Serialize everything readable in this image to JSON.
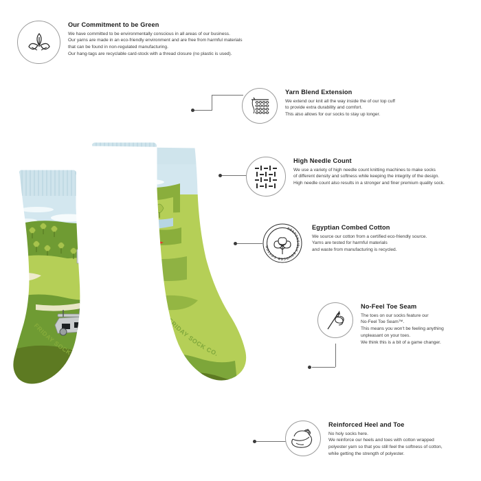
{
  "page": {
    "background": "#ffffff",
    "accent_line_color": "#6f6f6f",
    "title_color": "#1b1b1b"
  },
  "product": {
    "brand_text": "FRIDAY SOCK CO.",
    "theme": "golf course",
    "palette": {
      "cuff_blue": "#cfe4ec",
      "sky_blue": "#d3e7ef",
      "cloud_white": "#f4f9fa",
      "water_blue": "#b7d6e2",
      "grass_light": "#b5cf57",
      "grass_mid": "#8aae3c",
      "grass_dark": "#6f9b33",
      "grass_deep": "#5d7a22",
      "sand_cream": "#eeeacd",
      "flag_red": "#e8342a",
      "shirt_red": "#d8322c",
      "shorts_navy": "#22305c",
      "cart_grey": "#c9ccce",
      "pin_black": "#161616"
    }
  },
  "features": [
    {
      "id": "commitment-green",
      "icon": "leaf-plant-icon",
      "title": "Our Commitment to be Green",
      "body": "We have committed to be environmentally conscious in all areas of our business.\nOur yarns are made in an eco-friendly environment and are free from harmful materials\nthat can be found in non-regulated manufacturing.\nOur hang-tags are recyclable card-stock with a thread closure (no plastic is used)."
    },
    {
      "id": "yarn-blend-extension",
      "icon": "knit-swatch-needle-icon",
      "title": "Yarn Blend Extension",
      "body": "We extend our knit all the way inside the of our top cuff\nto provide extra durability and comfort.\nThis also allows for our socks to stay up longer."
    },
    {
      "id": "high-needle-count",
      "icon": "needle-grid-icon",
      "title": "High Needle Count",
      "body": "We use a variety of high needle count knitting machines to make socks\nof different density and softness while keeping the integrity of the design.\nHigh needle count also results in a stronger and finer premium quality sock."
    },
    {
      "id": "egyptian-combed-cotton",
      "icon": "cotton-boll-badge-icon",
      "badge_text": "RESPONSIBLY SOURCED COTTON",
      "title": "Egyptian Combed Cotton",
      "body": "We source our cotton from a certified eco-friendly source.\nYarns are tested for harmful materials\nand waste from manufacturing is recycled."
    },
    {
      "id": "no-feel-toe-seam",
      "icon": "needle-thread-icon",
      "title": "No-Feel Toe Seam",
      "body": "The toes on our socks feature our\nNo-Feel Toe Seam™.\nThis means you won't be feeling anything\nunpleasant on your toes.\nWe think this is a bit of a game changer."
    },
    {
      "id": "reinforced-heel-and-toe",
      "icon": "flexed-bicep-icon",
      "title": "Reinforced Heel and Toe",
      "body": "No holy socks here.\nWe reinforce our heels and toes with cotton wrapped\npolyester yarn so that you still feel the softness of cotton,\nwhile getting the strength of polyester."
    }
  ]
}
